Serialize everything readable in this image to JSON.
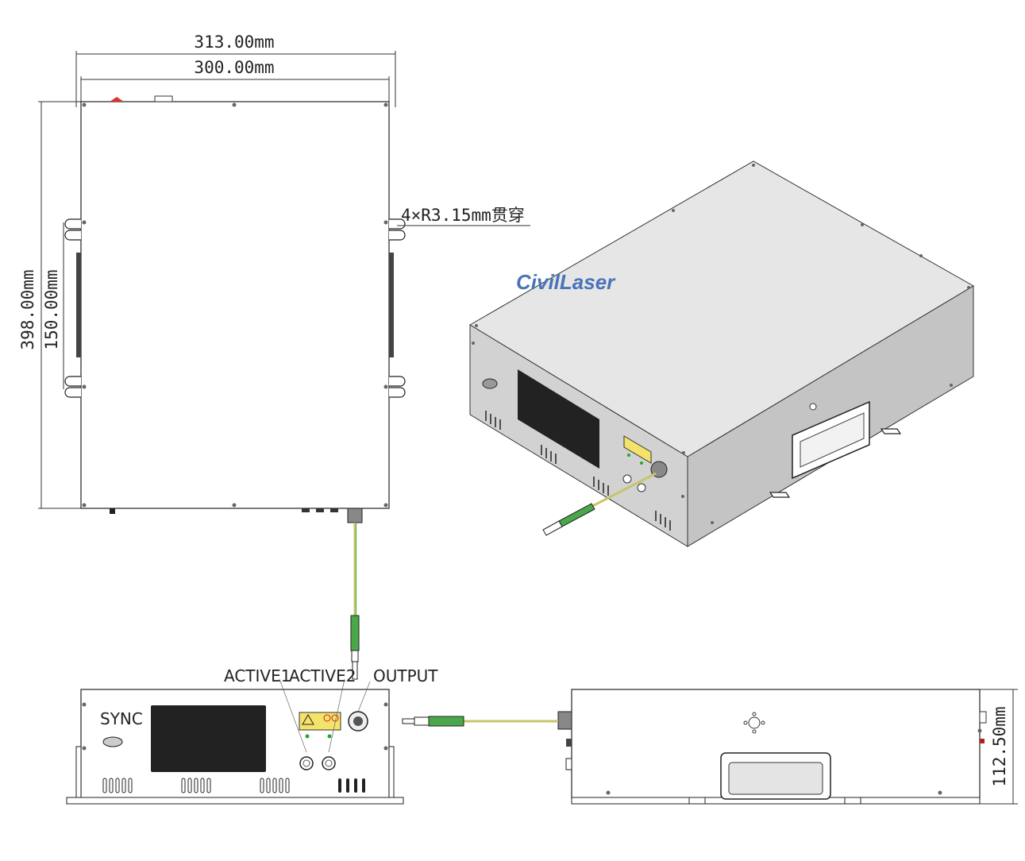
{
  "dimensions": {
    "outer_width": "313.00mm",
    "inner_width": "300.00mm",
    "depth": "398.00mm",
    "mount_spacing": "150.00mm",
    "height": "112.50mm",
    "mount_holes": "4×R3.15mm贯穿"
  },
  "front_panel": {
    "sync_label": "SYNC",
    "active1_label": "ACTIVE1",
    "active2_label": "ACTIVE2",
    "output_label": "OUTPUT"
  },
  "brand": {
    "logo_text": "CivilLaser",
    "logo_color": "#4a74b8"
  },
  "colors": {
    "panel_fill": "#ffffff",
    "iso_top": "#e6e6e6",
    "iso_front": "#d2d2d2",
    "iso_side": "#c4c4c4",
    "screen": "#222222",
    "fiber_green": "#4aa84a",
    "fiber_yellow": "#c9c46a"
  }
}
